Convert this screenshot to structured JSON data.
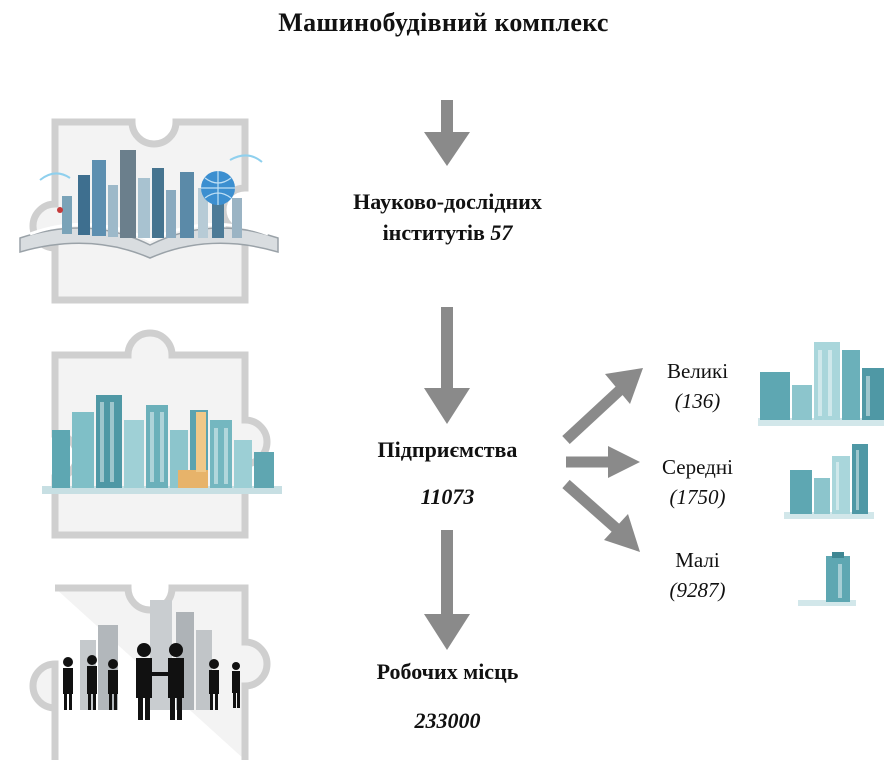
{
  "title": "Машинобудівний комплекс",
  "research": {
    "label": "Науково-дослідних",
    "label2": "інститутів",
    "value": "57"
  },
  "enterprises": {
    "label": "Підприємства",
    "value": "11073"
  },
  "jobs": {
    "label": "Робочих місць",
    "value": "233000"
  },
  "sizes": [
    {
      "label": "Великі",
      "value": "(136)"
    },
    {
      "label": "Середні",
      "value": "(1750)"
    },
    {
      "label": "Малі",
      "value": "(9287)"
    }
  ],
  "colors": {
    "puzzle_fill": "#f4f4f4",
    "puzzle_stroke": "#cfcfcf",
    "arrow": "#8a8a8a",
    "building": "#6fb3bd",
    "building_dark": "#3f8793",
    "accent": "#e7b36a"
  },
  "icons": {
    "research": "book-city-icon",
    "enterprises": "city-icon",
    "jobs": "business-people-icon",
    "large": "large-buildings-icon",
    "medium": "medium-buildings-icon",
    "small": "small-building-icon"
  }
}
